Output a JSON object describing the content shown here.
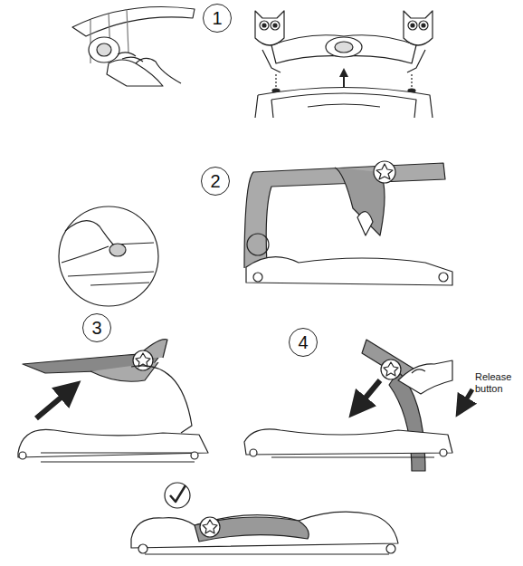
{
  "diagram": {
    "nodes": [
      {
        "text": [
          "1"
        ]
      },
      {
        "text": [
          "2"
        ]
      },
      {
        "text": [
          "3"
        ]
      },
      {
        "text": [
          "4"
        ]
      }
    ],
    "labels": [
      "Release button"
    ]
  }
}
